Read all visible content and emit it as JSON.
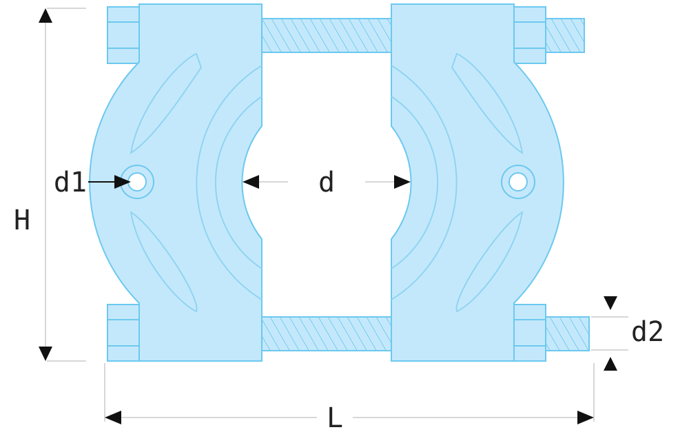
{
  "labels": {
    "H": "H",
    "L": "L",
    "d": "d",
    "d1": "d1",
    "d2": "d2"
  },
  "colors": {
    "body_fill": "#c4e8fb",
    "body_stroke": "#6cc8ef",
    "groove": "#8fd4f3",
    "dimension_line": "#d7d7d7",
    "arrow": "#111111",
    "text": "#222222"
  }
}
